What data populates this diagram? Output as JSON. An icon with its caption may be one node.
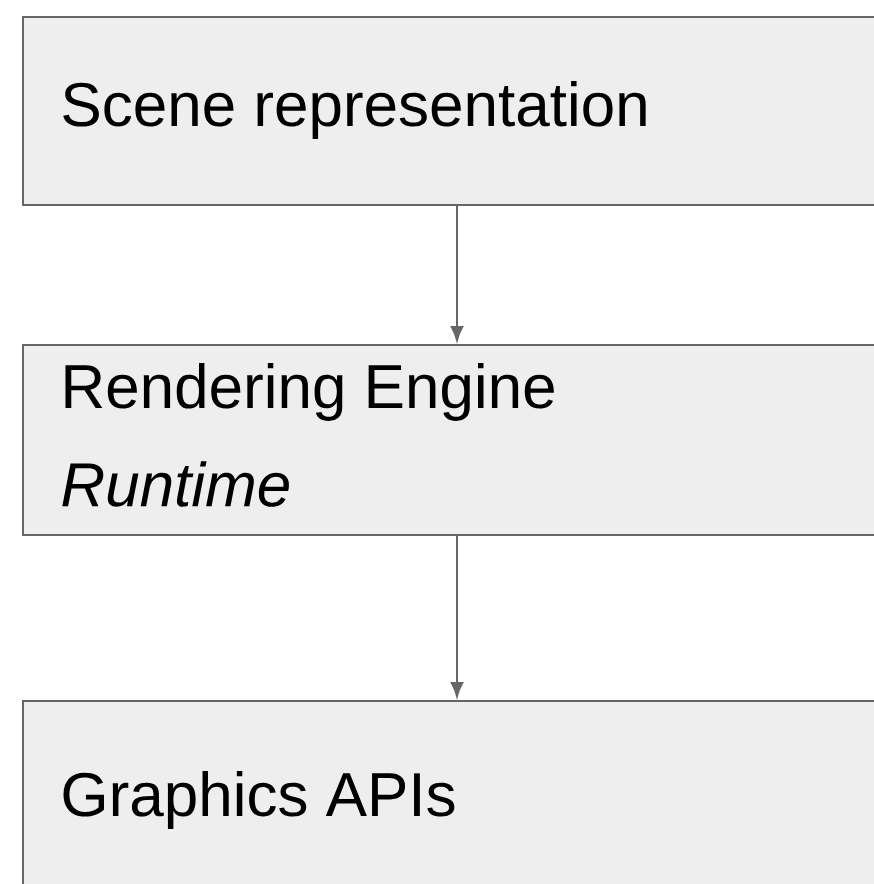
{
  "diagram": {
    "nodes": [
      {
        "text": [
          "Scene representation"
        ]
      },
      {
        "text": [
          "Rendering Engine",
          "Runtime"
        ]
      },
      {
        "text": [
          "Graphics APIs"
        ]
      }
    ],
    "edges": [
      {
        "from": 0,
        "to": 1,
        "arrow": "to"
      },
      {
        "from": 1,
        "to": 2,
        "arrow": "to"
      }
    ]
  }
}
